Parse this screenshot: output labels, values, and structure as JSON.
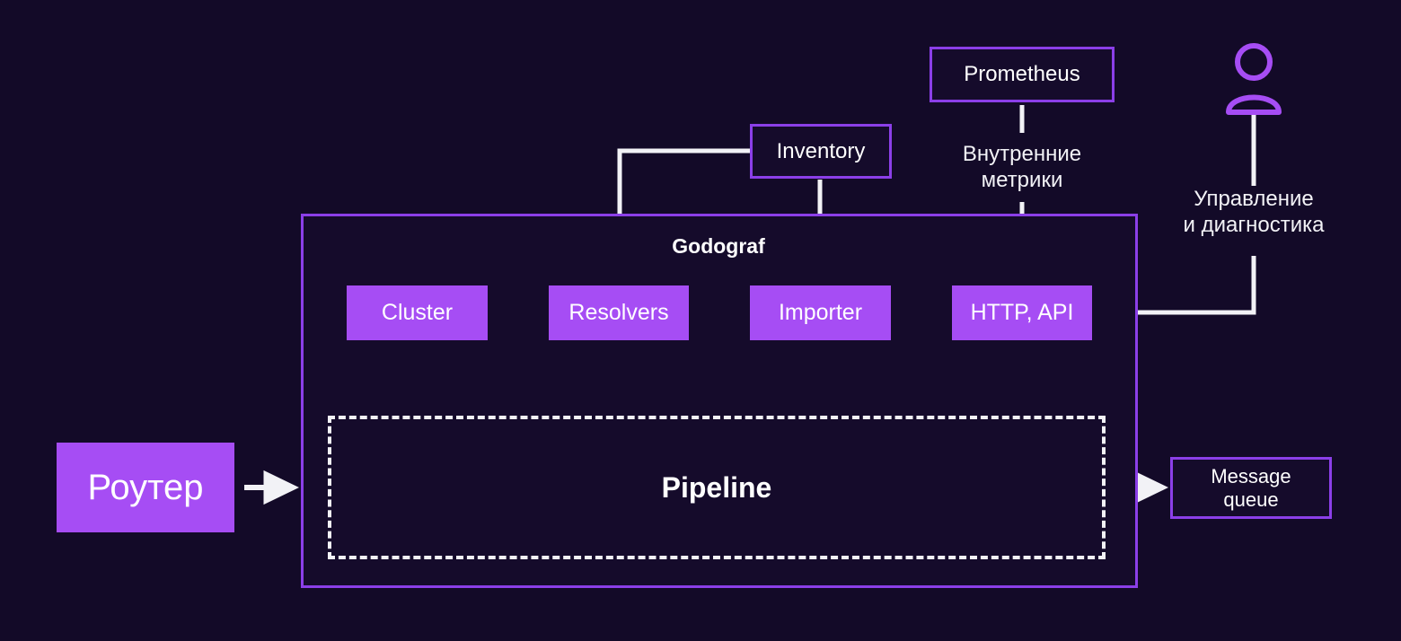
{
  "diagram": {
    "title": "Godograf architecture diagram",
    "background_color": "#130A28",
    "accent_fill": "#A64DF4",
    "accent_border": "#8B3FE8",
    "line_color": "#F2F2F6"
  },
  "container": {
    "title": "Godograf"
  },
  "nodes": {
    "prometheus": "Prometheus",
    "inventory": "Inventory",
    "cluster": "Cluster",
    "resolvers": "Resolvers",
    "importer": "Importer",
    "http_api": "HTTP, API",
    "pipeline": "Pipeline",
    "router": "Роутер",
    "message_queue": "Message\nqueue"
  },
  "labels": {
    "internal_metrics": "Внутренние\nметрики",
    "management_diagnostics": "Управление\nи диагностика"
  },
  "icons": {
    "user": "user-icon"
  },
  "edges": [
    {
      "from": "prometheus",
      "to": "http_api",
      "label": "Внутренние метрики"
    },
    {
      "from": "inventory",
      "to": "resolvers",
      "label": ""
    },
    {
      "from": "inventory",
      "to": "importer",
      "label": ""
    },
    {
      "from": "cluster",
      "to": "resolvers",
      "label": ""
    },
    {
      "from": "resolvers",
      "to": "pipeline",
      "label": ""
    },
    {
      "from": "http_api",
      "to": "importer",
      "label": ""
    },
    {
      "from": "importer",
      "to": "pipeline",
      "label": ""
    },
    {
      "from": "http_api",
      "to": "pipeline",
      "label": ""
    },
    {
      "from": "user",
      "to": "http_api",
      "label": "Управление и диагностика"
    },
    {
      "from": "router",
      "to": "pipeline",
      "label": ""
    },
    {
      "from": "pipeline",
      "to": "message_queue",
      "label": ""
    }
  ]
}
